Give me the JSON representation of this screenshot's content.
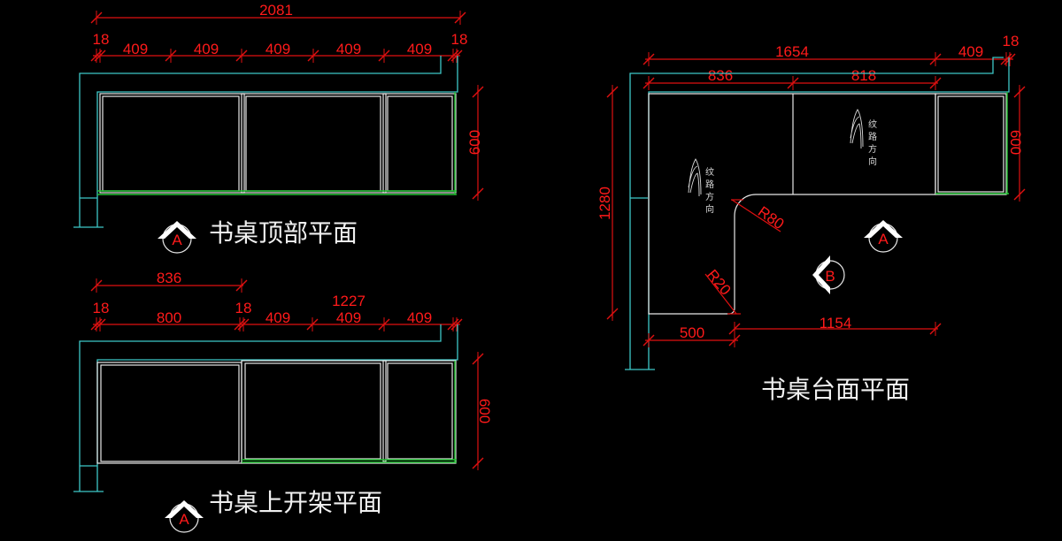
{
  "colors": {
    "background": "#000000",
    "dimension": "#ff1a1a",
    "outline": "#3ec8c8",
    "panel": "#e8e8e8",
    "edge": "#22c032"
  },
  "top_plan": {
    "title": "书桌顶部平面",
    "section_label": "A",
    "overall": "2081",
    "end_left": "18",
    "end_right": "18",
    "bays": [
      "409",
      "409",
      "409",
      "409",
      "409"
    ],
    "depth": "600"
  },
  "shelf_plan": {
    "title": "书桌上开架平面",
    "section_label": "A",
    "span": "836",
    "end_left": "18",
    "mid_panel": "18",
    "width": "800",
    "bays": [
      "409",
      "1227",
      "409",
      "409"
    ],
    "depth": "600"
  },
  "counter_plan": {
    "title": "书桌台面平面",
    "section_a": "A",
    "section_b": "B",
    "overall": "1654",
    "right_bay": "409",
    "end_right": "18",
    "segments": [
      "836",
      "818"
    ],
    "total_depth": "1280",
    "depth": "600",
    "leg_width": "500",
    "return_length": "1154",
    "radius_outer": "R80",
    "radius_inner": "R20",
    "grain_note": [
      "纹",
      "路",
      "方",
      "向"
    ]
  }
}
